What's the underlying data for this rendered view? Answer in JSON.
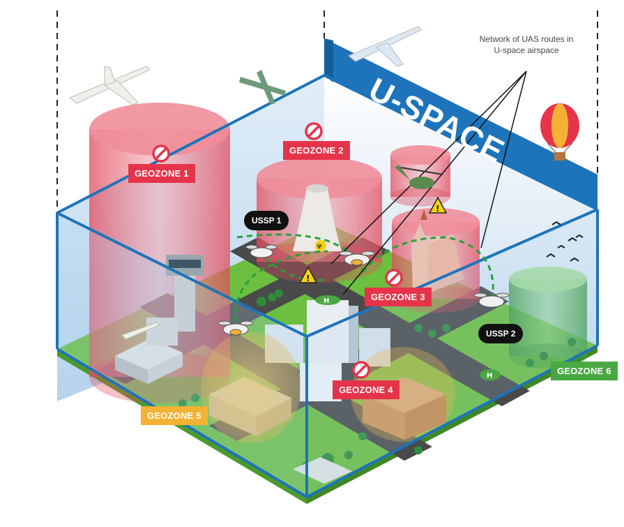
{
  "banner": {
    "title": "U-SPACE"
  },
  "annotation": {
    "routes_note": "Network of UAS routes in U-space airspace"
  },
  "geozones": [
    {
      "label": "GEOZONE 1"
    },
    {
      "label": "GEOZONE 2"
    },
    {
      "label": "GEOZONE 3"
    },
    {
      "label": "GEOZONE 4"
    },
    {
      "label": "GEOZONE 5"
    },
    {
      "label": "GEOZONE 6"
    }
  ],
  "ussp": [
    {
      "label": "USSP 1"
    },
    {
      "label": "USSP 2"
    }
  ],
  "colors": {
    "restricted": "#e5344a",
    "conditional": "#f3b233",
    "permitted": "#4aa843",
    "airspace": "#1d74bb",
    "ground": "#6cbf3f",
    "road": "#4a4a4a"
  },
  "icons": [
    "prohibited-icon",
    "warning-icon",
    "drone-icon",
    "airplane-icon",
    "helicopter-icon",
    "hot-air-balloon-icon",
    "bird-icon",
    "helipad-icon",
    "radiation-icon"
  ]
}
